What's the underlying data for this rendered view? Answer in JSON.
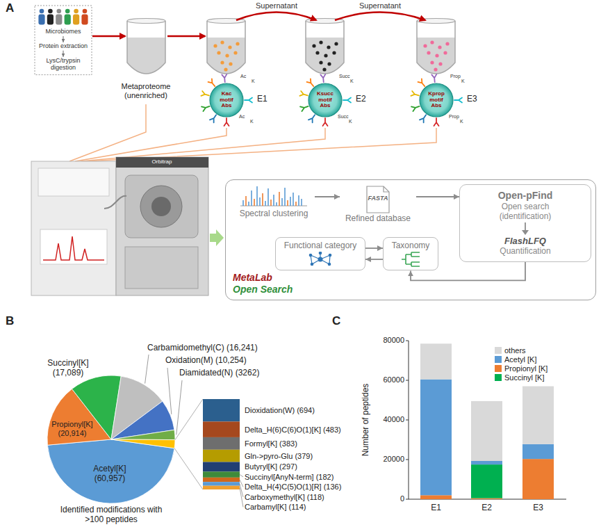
{
  "diagram": {
    "nodes": [
      {
        "text": [
          "Microbiomes"
        ]
      },
      {
        "text": [
          "Protein extraction"
        ]
      },
      {
        "text": [
          "LysC/trypsin digestion"
        ]
      },
      {
        "text": [
          "Kac motif Abs"
        ]
      },
      {
        "text": [
          "Ksucc motif Abs"
        ]
      },
      {
        "text": [
          "Kprop motif Abs"
        ]
      },
      {
        "text": [
          "MetaLab",
          "Open Search"
        ]
      },
      {
        "text": [
          "Spectral clustering"
        ],
        "in": 6
      },
      {
        "text": [
          "FASTA",
          "Refined database"
        ],
        "in": 6
      },
      {
        "text": [
          "Open-pFind",
          "Open search (identification)",
          "FlashLFQ",
          "Quantification"
        ],
        "in": 6
      },
      {
        "text": [
          "Functional category"
        ],
        "in": 6
      },
      {
        "text": [
          "Taxonomy"
        ],
        "in": 6
      }
    ],
    "edges": [
      {
        "from": 0,
        "to": 1,
        "arrow": "to"
      },
      {
        "from": 1,
        "to": 2,
        "arrow": "to"
      },
      {
        "from": 7,
        "to": 8,
        "arrow": "to"
      },
      {
        "from": 8,
        "to": 9,
        "arrow": "to"
      },
      {
        "from": 9,
        "to": 11,
        "arrow": "to"
      },
      {
        "from": 10,
        "to": 11,
        "arrow": "to"
      },
      {
        "from": 11,
        "to": 10,
        "arrow": "to"
      }
    ],
    "labels": [
      "A",
      "Supernatant",
      "Supernatant",
      "Metaproteome (unenriched)",
      "E1",
      "E2",
      "E3",
      "Ac",
      "K",
      "Ac",
      "K",
      "Succ",
      "K",
      "Succ",
      "K",
      "Prop",
      "K",
      "Prop",
      "K",
      "Orbitrap",
      "B",
      "Succinyl[K] (17,089)",
      "Carbamidomethyl(C) (16,241)",
      "Oxidation(M) (10,254)",
      "Diamidated(N) (3262)",
      "Propionyl[K] (20,914)",
      "Acetyl[K] (60,957)",
      "Identified modifications with >100 peptides",
      "C",
      "Number of peptides",
      "80000",
      "60000",
      "40000",
      "20000",
      "0",
      "E1",
      "E2",
      "E3"
    ],
    "legend": [
      {
        "text": "Dioxidation(W) (694)",
        "color": "#2b5f8e"
      },
      {
        "text": "Delta_H(6)C(6)O(1)[K] (483)",
        "color": "#a5481e"
      },
      {
        "text": "Formyl[K] (383)",
        "color": "#6e6e6e"
      },
      {
        "text": "Gln->pyro-Glu (379)",
        "color": "#b59c00"
      },
      {
        "text": "Butyryl[K] (297)",
        "color": "#223f73"
      },
      {
        "text": "Succinyl[AnyN-term] (182)",
        "color": "#3f8a3a"
      },
      {
        "text": "Delta_H(4)C(5)O(1)[R] (136)",
        "color": "#d0681c"
      },
      {
        "text": "Carboxymethyl[K] (118)",
        "color": "#5b9bd5"
      },
      {
        "text": "Carbamyl[K] (114)",
        "color": "#f0a030"
      },
      {
        "text": "others",
        "color": "#d9d9d9"
      },
      {
        "text": "Acetyl [K]",
        "color": "#5b9bd5"
      },
      {
        "text": "Propionyl [K]",
        "color": "#ed7d31"
      },
      {
        "text": "Succinyl [K]",
        "color": "#00b050"
      }
    ]
  }
}
